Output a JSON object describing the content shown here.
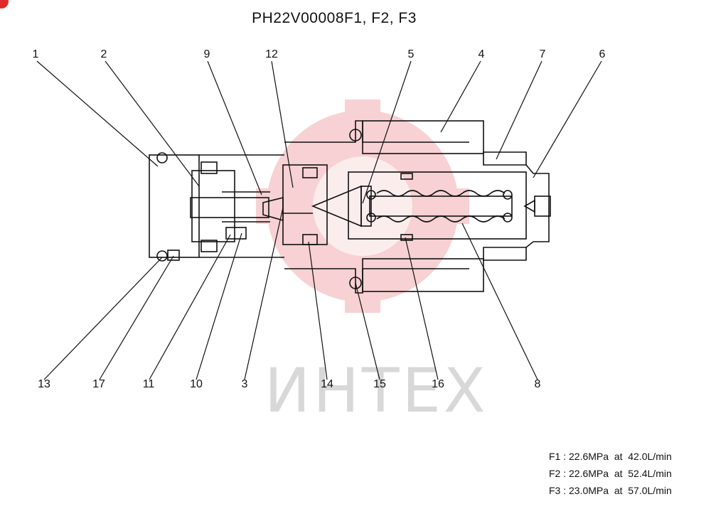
{
  "title": "PH22V00008F1, F2, F3",
  "watermark": "ИНТЕХ",
  "part_labels": {
    "n1": "1",
    "n2": "2",
    "n3": "3",
    "n4": "4",
    "n5": "5",
    "n6": "6",
    "n7": "7",
    "n8": "8",
    "n9": "9",
    "n10": "10",
    "n11": "11",
    "n12": "12",
    "n13": "13",
    "n14": "14",
    "n15": "15",
    "n16": "16",
    "n17": "17"
  },
  "specs": [
    "F1 : 22.6MPa  at  42.0L/min",
    "F2 : 22.6MPa  at  52.4L/min",
    "F3 : 23.0MPa  at  57.0L/min"
  ],
  "colors": {
    "line": "#111111",
    "watermark_gear": "#f6c9cc"
  }
}
